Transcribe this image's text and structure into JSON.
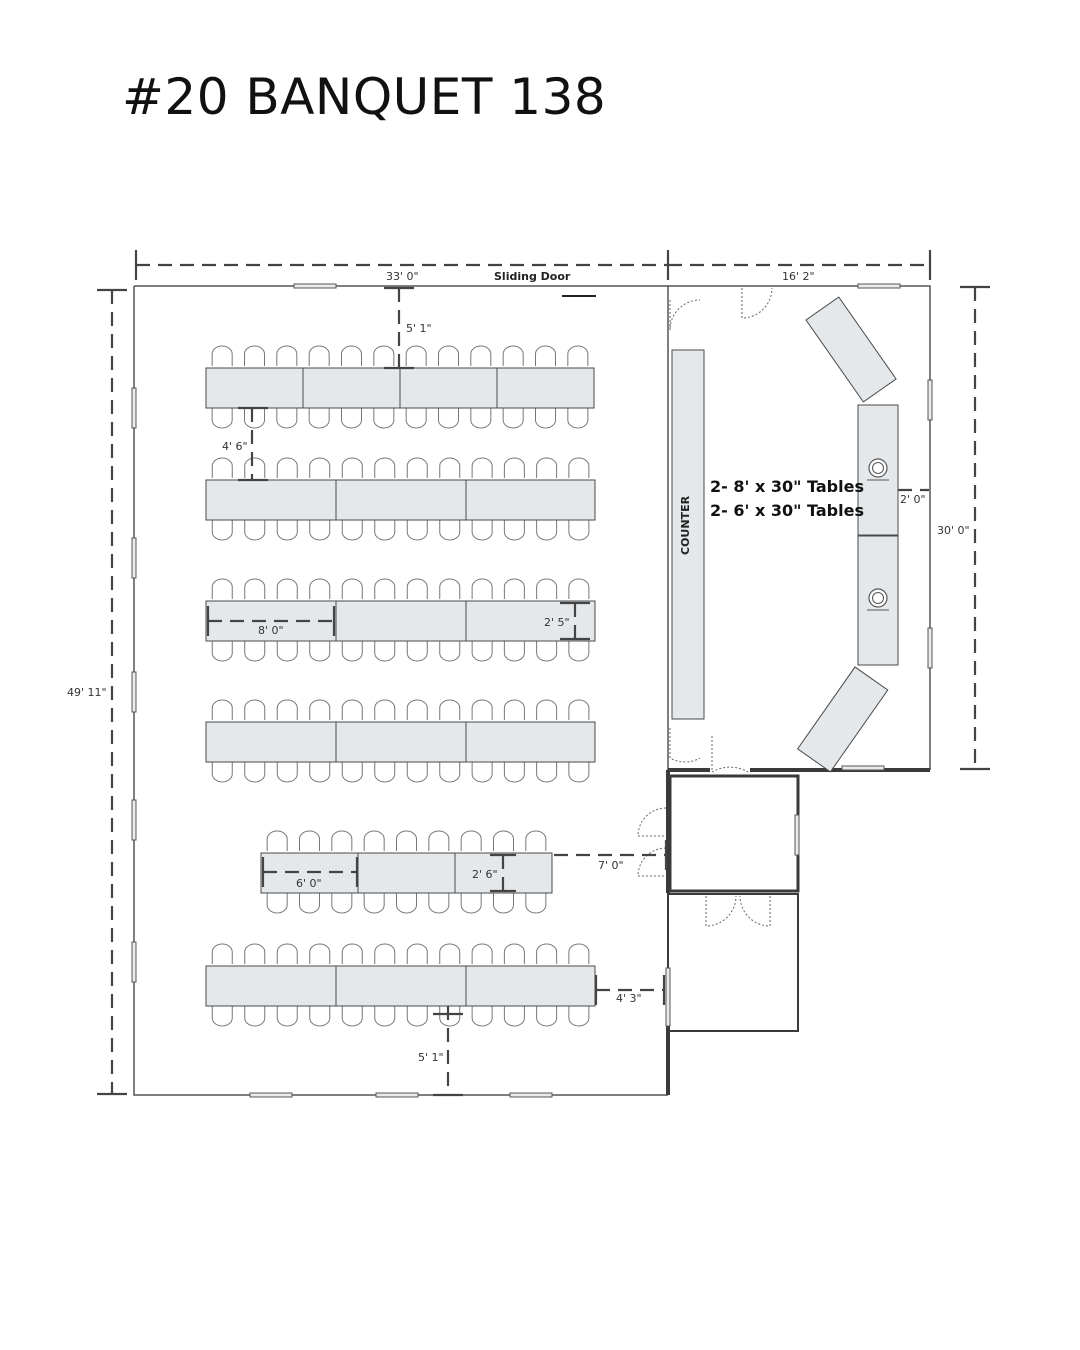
{
  "title": "#20 BANQUET 138",
  "labels": {
    "sliding_door": "Sliding Door",
    "counter": "COUNTER",
    "tables_line1": "2- 8' x 30\" Tables",
    "tables_line2": "2- 6' x 30\" Tables"
  },
  "dimensions": {
    "main_width": "33' 0\"",
    "side_width": "16' 2\"",
    "overall_height": "49' 11\"",
    "side_height": "30' 0\"",
    "top_gap": "5' 1\"",
    "row_gap": "4' 6\"",
    "table_8ft": "8' 0\"",
    "table_depth_8": "2' 5\"",
    "table_6ft": "6' 0\"",
    "table_depth_6": "2' 6\"",
    "aisle_right": "7' 0\"",
    "wall_gap": "4' 3\"",
    "bottom_gap": "5' 1\"",
    "buffet_gap": "2' 0\""
  },
  "colors": {
    "wall": "#555555",
    "table_fill": "#e4e8ea",
    "table_stroke": "#4a4a4a",
    "dim_line": "#444444"
  }
}
